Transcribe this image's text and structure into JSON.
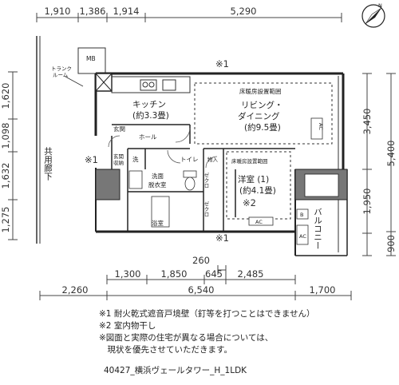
{
  "dims": {
    "top": [
      "1,910",
      "1,386",
      "1,914",
      "5,290"
    ],
    "left": [
      "1,620",
      "1,098",
      "1,632",
      "1,275"
    ],
    "right_inner": [
      "3,450",
      "1,950"
    ],
    "right_outer": [
      "5,400",
      "900"
    ],
    "bottom_upper": [
      "260"
    ],
    "bottom_mid": [
      "1,300",
      "1,850",
      "645",
      "2,485"
    ],
    "bottom_low": [
      "2,260",
      "6,540",
      "1,700"
    ]
  },
  "rooms": {
    "trunk": "トランク\nルーム",
    "mb": "MB",
    "kitchen": "キッチン",
    "kitchen_size": "(約3.3畳)",
    "floor_heat_1": "床暖房設置範囲",
    "living": "リビング・",
    "dining": "ダイニング",
    "living_size": "(約9.5畳)",
    "genkan": "玄関",
    "hall": "ホール",
    "common_corridor": "共用廊下",
    "genkan_storage": "玄関\n収納",
    "laundry": "洗",
    "washroom": "洗面\n脱衣室",
    "toilet": "トイレ",
    "storage": "物入",
    "floor_heat_2": "床暖房設置範囲",
    "western": "洋室 (1)",
    "western_size": "(約4.1畳)",
    "closet": "クローゼット",
    "bath": "浴室",
    "balcony": "バルコニー",
    "ac": "AC",
    "b": "B",
    "note1_mark": "※1",
    "note2_mark": "※2"
  },
  "notes": [
    "※1 耐火乾式遮音戸境壁（釘等を打つことはできません）",
    "※2 室内物干し",
    "※図面と実際の住宅が異なる場合については、",
    "　現状を優先させていただきます。"
  ],
  "code": "40427_横浜ヴェールタワー_H_1LDK",
  "compass": "N"
}
